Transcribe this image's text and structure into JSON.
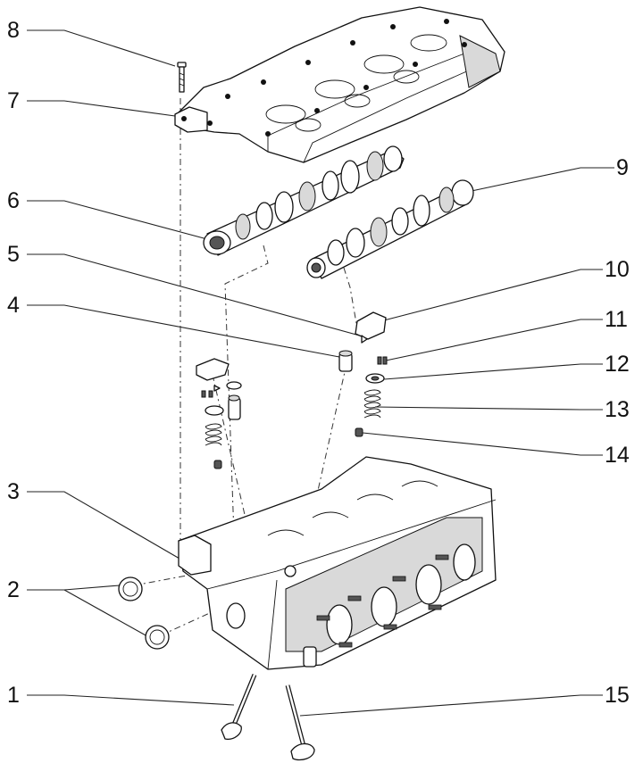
{
  "callouts": [
    {
      "id": "8",
      "label": "8"
    },
    {
      "id": "7",
      "label": "7"
    },
    {
      "id": "6",
      "label": "6"
    },
    {
      "id": "5",
      "label": "5"
    },
    {
      "id": "4",
      "label": "4"
    },
    {
      "id": "3",
      "label": "3"
    },
    {
      "id": "2",
      "label": "2"
    },
    {
      "id": "1",
      "label": "1"
    },
    {
      "id": "9",
      "label": "9"
    },
    {
      "id": "10",
      "label": "10"
    },
    {
      "id": "11",
      "label": "11"
    },
    {
      "id": "12",
      "label": "12"
    },
    {
      "id": "13",
      "label": "13"
    },
    {
      "id": "14",
      "label": "14"
    },
    {
      "id": "15",
      "label": "15"
    }
  ]
}
